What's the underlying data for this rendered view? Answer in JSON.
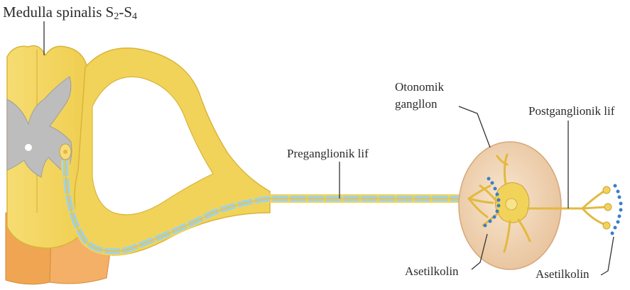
{
  "labels": {
    "spinal_cord": "Medulla spinalis S",
    "spinal_cord_sub1": "2",
    "spinal_cord_dash": "-S",
    "spinal_cord_sub2": "4",
    "preganglionic_fiber": "Preganglionik lif",
    "autonomic_ganglion_line1": "Otonomik",
    "autonomic_ganglion_line2": "gangllon",
    "postganglionic_fiber": "Postganglionik lif",
    "acetylcholine_ganglion": "Asetilkolin",
    "acetylcholine_target": "Asetilkolin"
  },
  "colors": {
    "nerve_yellow": "#f2d35a",
    "nerve_light": "#f8e69a",
    "nerve_outline": "#d9b43a",
    "gray_matter": "#bdbdbd",
    "myelin_blue": "#9fd3e6",
    "ganglion_fill": "#f3d9b8",
    "vesicle_blue": "#3a7fc8",
    "spinal_base": "#f0a552",
    "leader_line": "#333333"
  },
  "icons": {
    "vesicles": "acetylcholine-vesicle-dots",
    "neuron": "neuron-cell-body"
  }
}
